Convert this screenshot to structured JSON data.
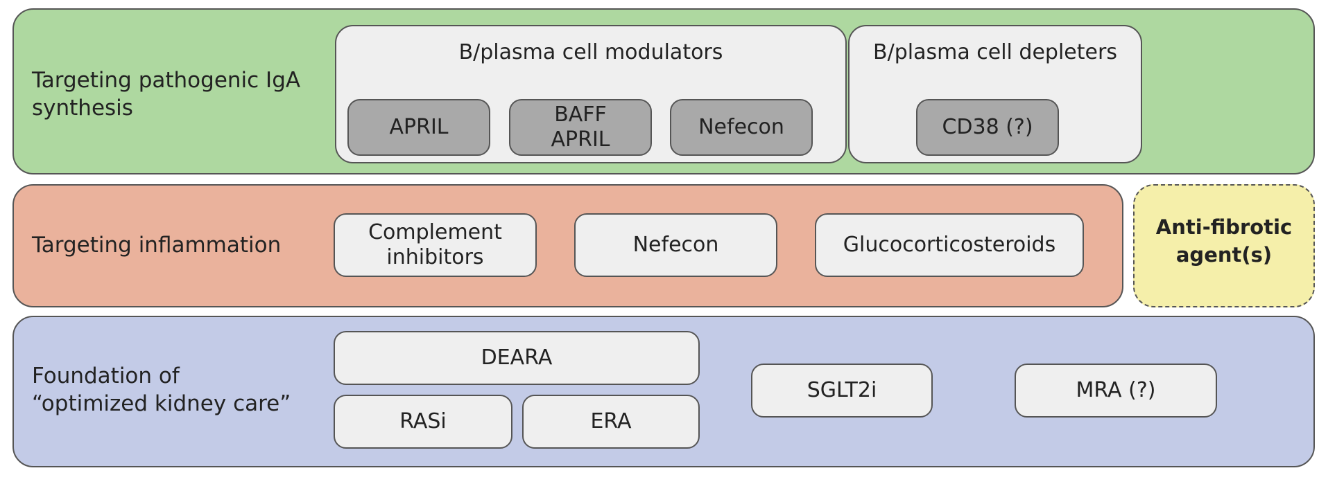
{
  "bands": {
    "green": {
      "label": "Targeting pathogenic IgA\nsynthesis",
      "modulators": {
        "title": "B/plasma cell modulators",
        "items": [
          "APRIL",
          "BAFF\nAPRIL",
          "Nefecon"
        ]
      },
      "depleters": {
        "title": "B/plasma cell depleters",
        "items": [
          "CD38 (?)"
        ]
      }
    },
    "salmon": {
      "label": "Targeting inflammation",
      "items": [
        "Complement\ninhibitors",
        "Nefecon",
        "Glucocorticosteroids"
      ]
    },
    "yellow": {
      "label": "Anti-fibrotic\nagent(s)"
    },
    "blue": {
      "label": "Foundation of\n“optimized kidney care”",
      "items": [
        "DEARA",
        "RASi",
        "ERA",
        "SGLT2i",
        "MRA (?)"
      ]
    }
  },
  "colors": {
    "green": "#aed8a0",
    "salmon": "#eab29c",
    "yellow": "#f5efaa",
    "blue": "#c3cbe7",
    "chip_dark": "#a9a9a9",
    "chip_light": "#efefef"
  }
}
